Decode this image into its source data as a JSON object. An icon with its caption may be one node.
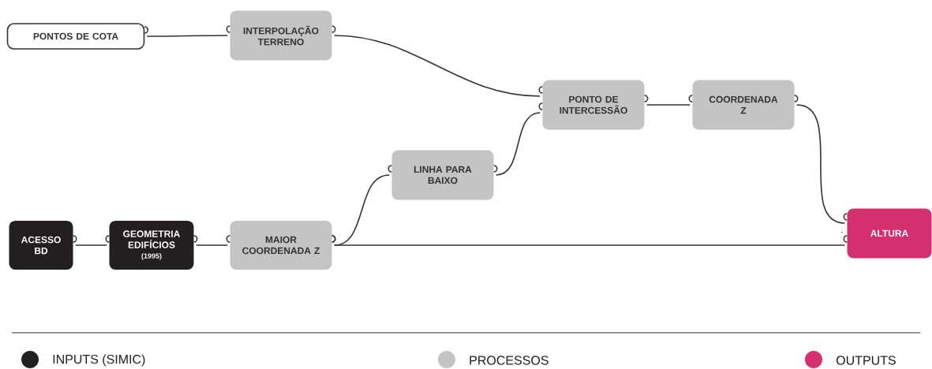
{
  "diagram": {
    "nodes": [
      {
        "text": [
          "PONTOS DE COTA"
        ]
      },
      {
        "text": [
          "INTERPOLAÇÃO TERRENO"
        ]
      },
      {
        "text": [
          "PONTO DE INTERCESSÃO"
        ]
      },
      {
        "text": [
          "COORDENADA Z"
        ]
      },
      {
        "text": [
          "LINHA PARA BAIXO"
        ]
      },
      {
        "text": [
          "ACESSO BD"
        ]
      },
      {
        "text": [
          "GEOMETRIA EDIFÍCIOS",
          "(1995)"
        ]
      },
      {
        "text": [
          "MAIOR COORDENADA Z"
        ]
      },
      {
        "text": [
          "ALTURA"
        ],
        "beside": [
          "-"
        ]
      }
    ],
    "edges": [
      {
        "from": 0,
        "to": 1,
        "arrow": "none"
      },
      {
        "from": 1,
        "to": 2,
        "arrow": "none"
      },
      {
        "from": 4,
        "to": 2,
        "arrow": "none"
      },
      {
        "from": 2,
        "to": 3,
        "arrow": "none"
      },
      {
        "from": 3,
        "to": 8,
        "arrow": "none"
      },
      {
        "from": 5,
        "to": 6,
        "arrow": "none"
      },
      {
        "from": 6,
        "to": 7,
        "arrow": "none"
      },
      {
        "from": 7,
        "to": 4,
        "arrow": "none"
      },
      {
        "from": 7,
        "to": 8,
        "arrow": "none"
      }
    ],
    "legend": [
      {
        "text": "INPUTS (SIMIC)",
        "color": "#231f20"
      },
      {
        "text": "PROCESSOS",
        "color": "#c4c4c4"
      },
      {
        "text": "OUTPUTS",
        "color": "#d42f6f"
      }
    ]
  }
}
